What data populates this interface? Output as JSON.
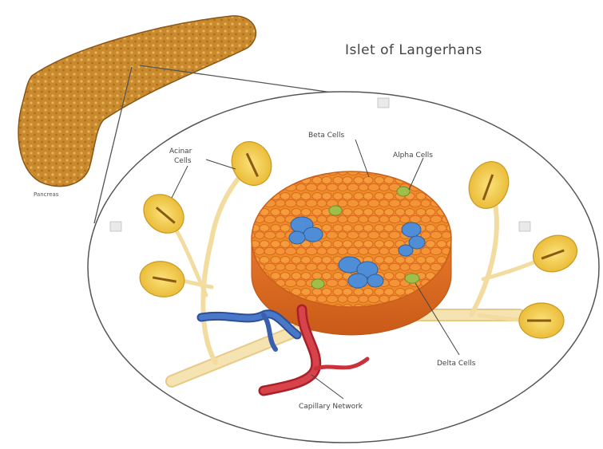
{
  "title": "Islet of Langerhans",
  "labels": {
    "pancreas": "Pancreas",
    "acinar_line1": "Acinar",
    "acinar_line2": "Cells",
    "beta": "Beta Cells",
    "alpha": "Alpha Cells",
    "delta": "Delta Cells",
    "capillary": "Capillary Network"
  },
  "colors": {
    "pancreas": "#c98a2e",
    "islet": "#ee8a2a",
    "islet_dark": "#d8681c",
    "beta_cells": "#4f8ed6",
    "delta_cells": "#9fbf4a",
    "acinar": "#f2cf55",
    "duct": "#f3dca0",
    "artery": "#c8323a",
    "vein": "#3a5fb0",
    "ellipse_stroke": "#555555"
  }
}
